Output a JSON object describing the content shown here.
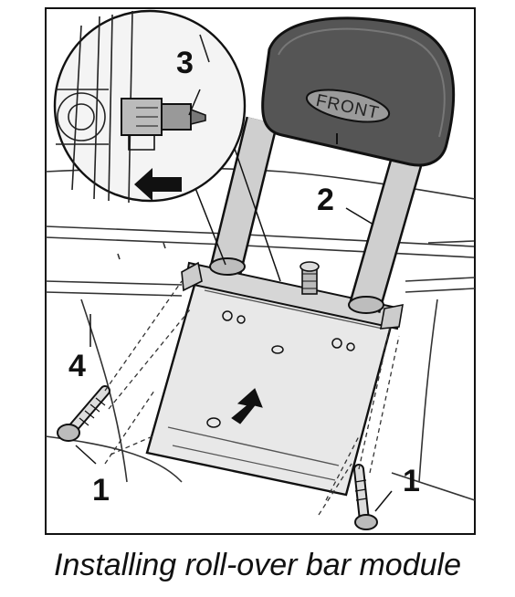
{
  "figure": {
    "caption": "Installing roll-over bar module",
    "headrest_label": "FRONT",
    "callouts": {
      "bolt_left": "1",
      "bolt_right": "1",
      "bar": "2",
      "connector": "3",
      "module": "4"
    }
  },
  "colors": {
    "line": "#111111",
    "headrest": "#555555",
    "module_fill": "#e8e8e8",
    "background": "#ffffff"
  }
}
